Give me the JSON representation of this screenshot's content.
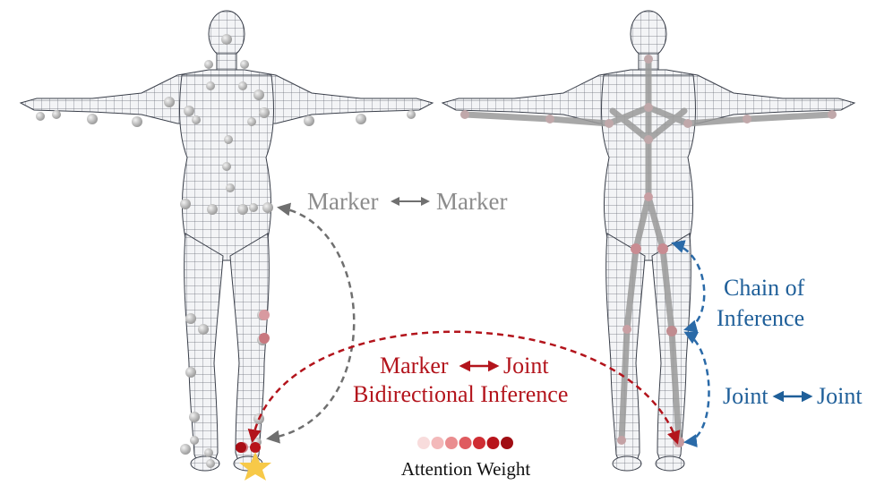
{
  "labels": {
    "marker_marker": {
      "left": "Marker",
      "right": "Marker"
    },
    "marker_joint": {
      "left": "Marker",
      "right": "Joint"
    },
    "bidirectional": "Bidirectional Inference",
    "chain_line1": "Chain of",
    "chain_line2": "Inference",
    "joint_joint": {
      "left": "Joint",
      "right": "Joint"
    },
    "attention_weight": "Attention Weight"
  },
  "colors": {
    "gray_text": "#8c8c8c",
    "red_text": "#b3141c",
    "blue_text": "#1f5f99",
    "gray_arrow": "#6f6f6f",
    "red_arrow": "#b3141c",
    "blue_arrow": "#2a6aa8",
    "mesh_line": "#3a3f4a",
    "skin": "#f3f4f6",
    "skeleton": "#9a9a9a",
    "star": "#f7c948"
  },
  "attention_scale": [
    "#f8dcdc",
    "#f3b9ba",
    "#ea8d8f",
    "#df5b5f",
    "#cf2d33",
    "#b8141b",
    "#a00d13"
  ],
  "icons": {
    "target_marker": "star-icon"
  }
}
